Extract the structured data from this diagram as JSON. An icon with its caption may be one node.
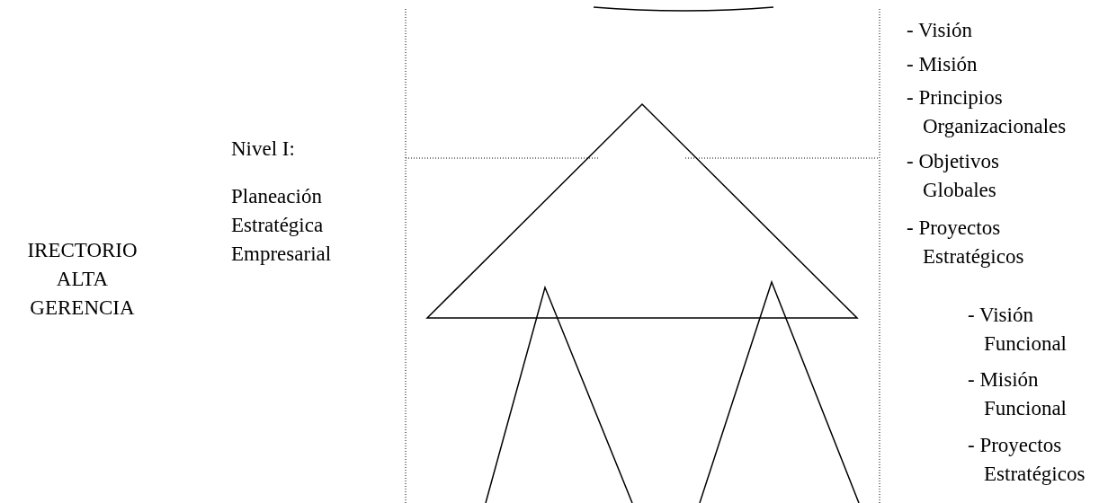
{
  "diagram": {
    "labels": [
      "IRECTORIO ALTA GERENCIA",
      "Nivel I:",
      "Planeación Estratégica Empresarial",
      "- Visión",
      "- Misión",
      "- Principios Organizacionales",
      "- Objetivos Globales",
      "- Proyectos Estratégicos",
      "- Visión Funcional",
      "- Misión Funcional",
      "- Proyectos Estratégicos"
    ]
  }
}
